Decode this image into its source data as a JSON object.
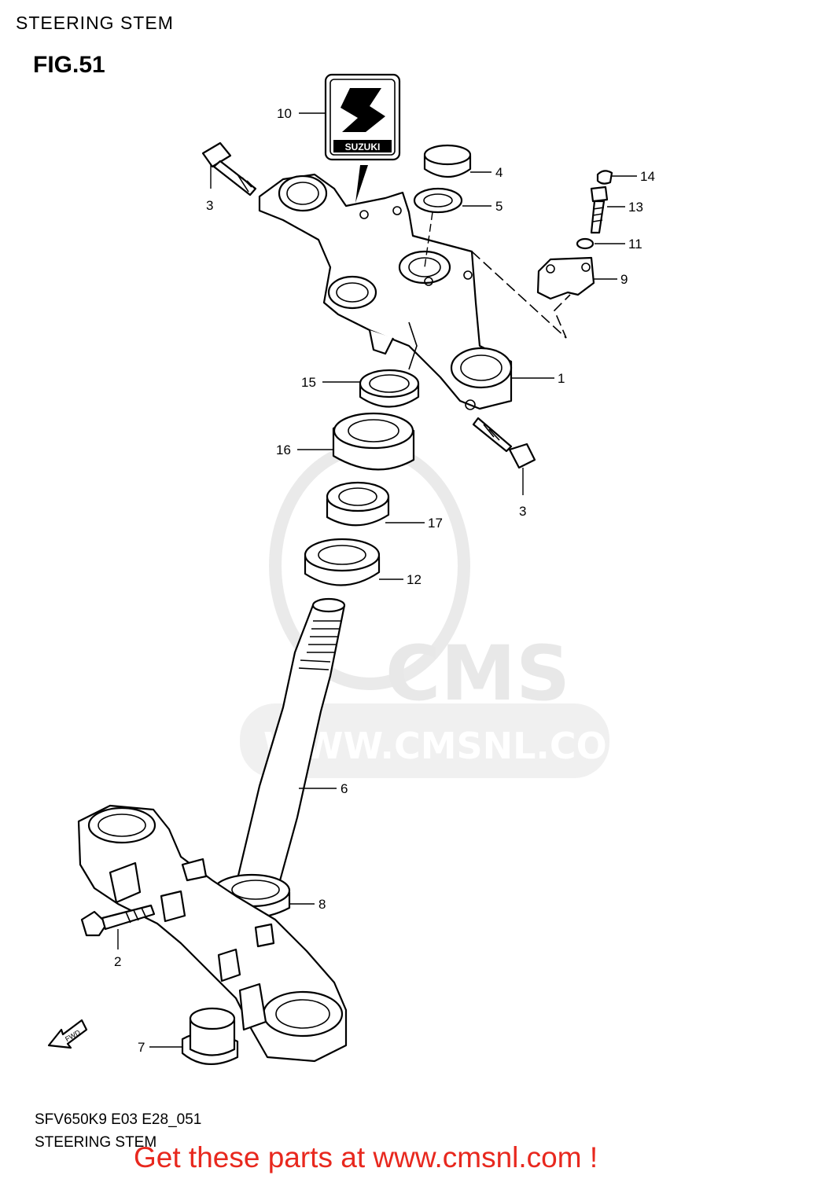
{
  "header": {
    "title": "STEERING STEM"
  },
  "figure": {
    "label": "FIG.51"
  },
  "emblem": {
    "brand": "SUZUKI"
  },
  "watermark": {
    "logo": "CMS",
    "url": "WWW.CMSNL.COM"
  },
  "fwd_arrow": {
    "text": "FWD"
  },
  "callouts": {
    "c1": "1",
    "c2": "2",
    "c3a": "3",
    "c3b": "3",
    "c4": "4",
    "c5": "5",
    "c6": "6",
    "c7": "7",
    "c8": "8",
    "c9": "9",
    "c10": "10",
    "c11": "11",
    "c12": "12",
    "c13": "13",
    "c14": "14",
    "c15": "15",
    "c16": "16",
    "c17": "17"
  },
  "footer": {
    "code": "SFV650K9 E03 E28_051",
    "subtitle": "STEERING STEM",
    "promo": "Get these parts at www.cmsnl.com !"
  }
}
